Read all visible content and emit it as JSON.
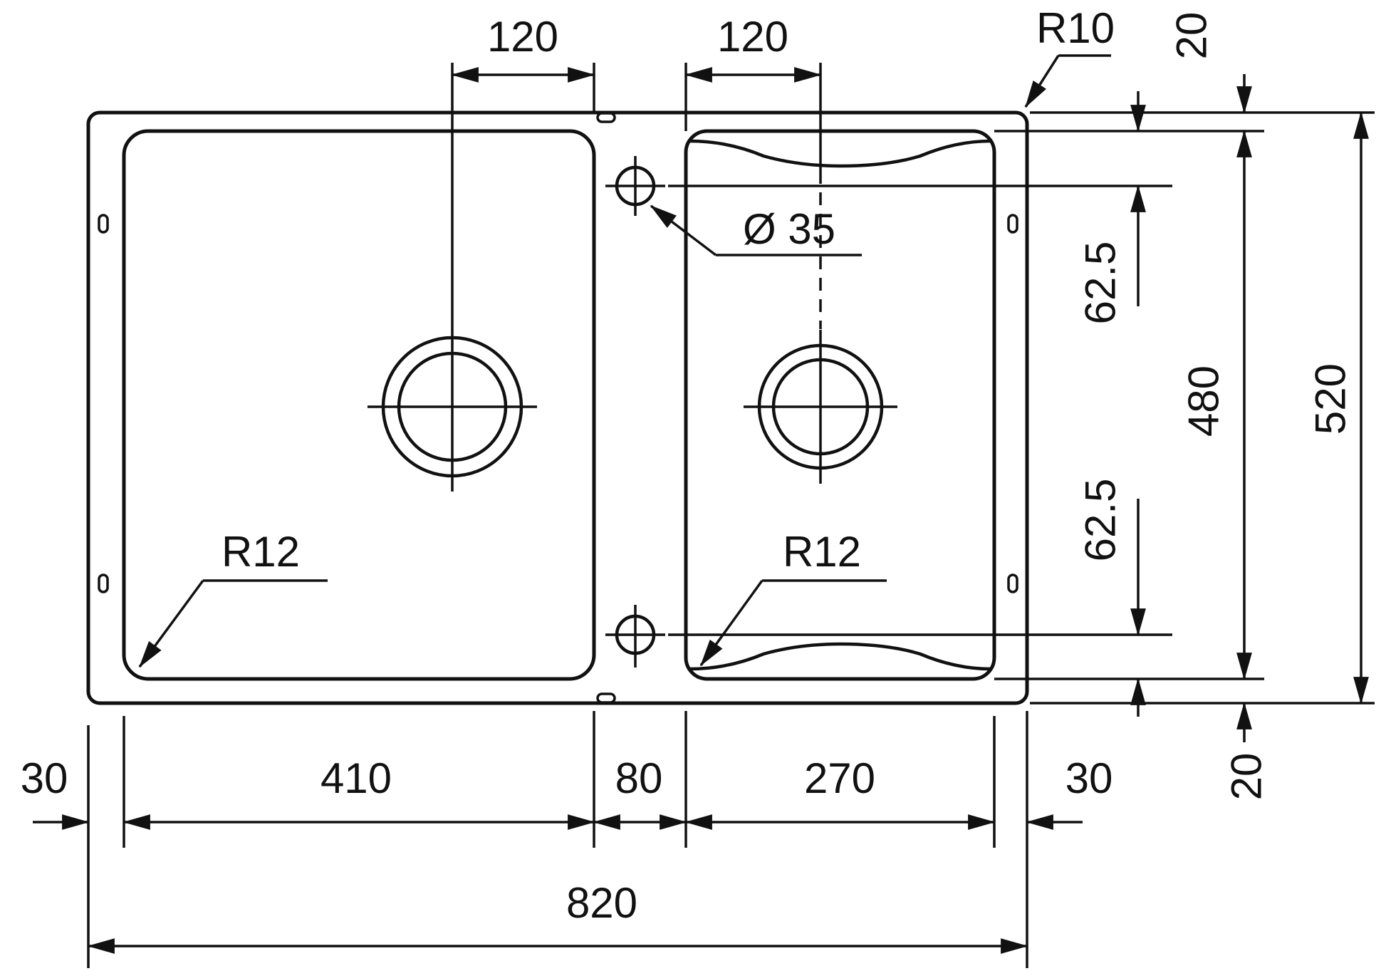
{
  "drawing": {
    "type": "technical-dimension-drawing",
    "subject": "double-bowl inset kitchen sink, top view with installation dimensions",
    "units": "mm",
    "colors": {
      "line": "#111111",
      "background": "#ffffff"
    },
    "labels": {
      "dim_120_left": "120",
      "dim_120_right": "120",
      "radius_corner_outer": "R10",
      "dim_20_top": "20",
      "dia_tap_hole": "Ø 35",
      "dim_62_5_upper": "62.5",
      "dim_480": "480",
      "dim_62_5_lower": "62.5",
      "dim_520": "520",
      "dim_20_bottom": "20",
      "radius_bowl_left": "R12",
      "radius_bowl_right": "R12",
      "dim_30_left": "30",
      "dim_410": "410",
      "dim_80": "80",
      "dim_270": "270",
      "dim_30_right": "30",
      "dim_820": "820"
    }
  }
}
